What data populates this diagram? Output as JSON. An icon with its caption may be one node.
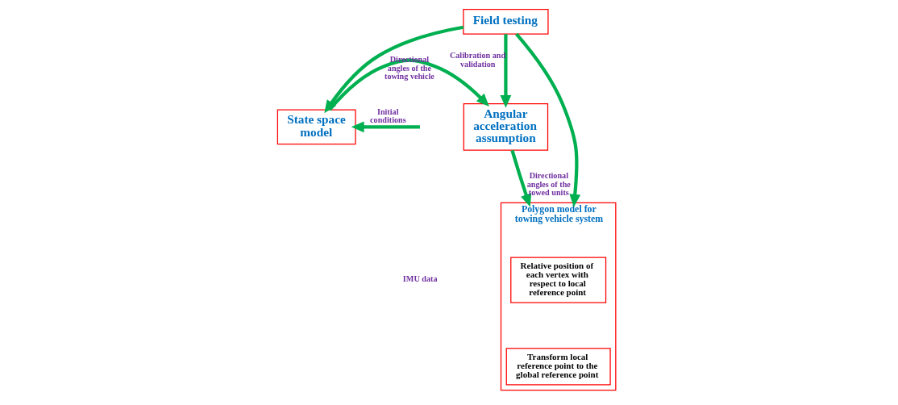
{
  "diagram": {
    "nodes": [
      {
        "text": [
          "Field testing"
        ]
      },
      {
        "text": [
          "State space model"
        ]
      },
      {
        "text": [
          "Angular acceleration assumption"
        ]
      },
      {
        "text": [
          "Polygon model for towing vehicle system"
        ]
      },
      {
        "text": [
          "Relative position of each vertex with respect to local reference point"
        ],
        "in": 3
      },
      {
        "text": [
          "Transform local reference point to the global reference point"
        ],
        "in": 3
      }
    ],
    "edges": [
      {
        "from": null,
        "to": 1,
        "arrow": "to",
        "label": "Initial conditions"
      },
      {
        "from": 0,
        "to": 1,
        "arrow": "to"
      },
      {
        "from": 0,
        "to": 2,
        "arrow": "to",
        "label": "Calibration and validation"
      },
      {
        "from": 0,
        "to": 3,
        "arrow": "to"
      },
      {
        "from": 1,
        "to": 2,
        "arrow": "to",
        "label": "Directional angles of the towing vehicle"
      },
      {
        "from": 2,
        "to": 3,
        "arrow": "to",
        "label": "Directional angles of the towed units"
      }
    ],
    "labels": [
      "IMU data"
    ]
  }
}
